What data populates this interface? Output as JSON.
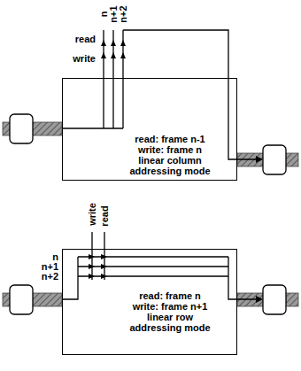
{
  "diagram": {
    "nodes": [
      {
        "text": [
          "read: frame n-1",
          "write: frame n",
          "linear column addressing mode"
        ]
      },
      {
        "text": [
          "read: frame n",
          "write: frame n+1",
          "linear row addressing mode"
        ]
      }
    ],
    "labels": [
      "read",
      "write",
      "n",
      "n+1",
      "n+2",
      "write",
      "read",
      "n",
      "n+1",
      "n+2"
    ]
  }
}
